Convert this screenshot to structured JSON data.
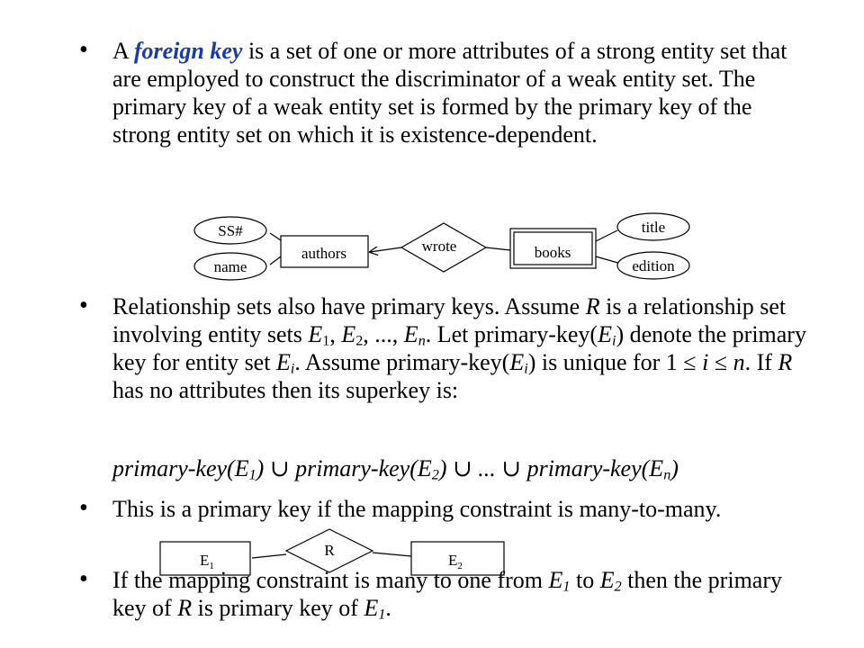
{
  "bullet_symbol": "•",
  "bullets": {
    "b1": {
      "p1": "A ",
      "term": "foreign key",
      "p2": " is a set of one or more attributes of a strong entity set that are employed to construct the discriminator of a weak entity set.  The primary key of a weak entity set is formed by the primary key of the strong entity set on which it is existence-dependent."
    },
    "b2": {
      "t1": "Relationship sets also have primary keys.  Assume ",
      "R": "R",
      "t2": " is a relationship set involving entity sets ",
      "E": "E",
      "s1": "1",
      "c1": ", ",
      "s2": "2",
      "c2": ", ..., ",
      "sn": "n",
      "t3": ". Let primary-key(",
      "si": "i",
      "t4": ") denote the primary key for entity set ",
      "t5": ". Assume primary-key(",
      "t6": ") is unique for 1 ≤ ",
      "i": "i",
      "t7": " ≤ ",
      "n": "n",
      "t8": ". If ",
      "t9": " has no attributes then its superkey is:"
    },
    "b3": {
      "text": "This is a primary key if the mapping constraint is many-to-many."
    },
    "b4": {
      "t1": "If the mapping constraint is many to one from ",
      "t2": " to ",
      "t3": " then the primary key of ",
      "t4": " is primary key of ",
      "t5": "."
    }
  },
  "formula": {
    "pk": "primary-key(",
    "close": ")",
    "union": " ∪ ",
    "dots": "...",
    "E": "E",
    "s1": "1",
    "s2": "2",
    "sn": "n"
  },
  "diagram1": {
    "attr_ss": "SS#",
    "attr_name": "name",
    "entity_authors": "authors",
    "rel_wrote": "wrote",
    "entity_books": "books",
    "attr_title": "title",
    "attr_edition": "edition"
  },
  "diagram2": {
    "E": "E",
    "s1": "1",
    "s2": "2",
    "R": "R"
  }
}
